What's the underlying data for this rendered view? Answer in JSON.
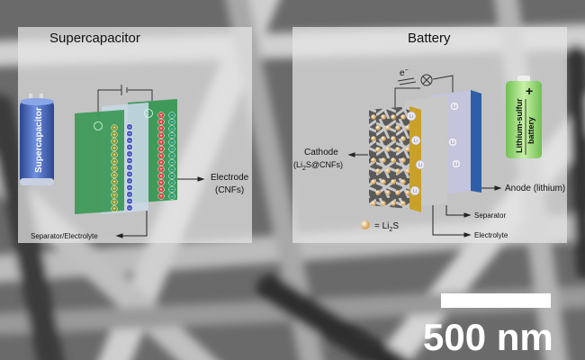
{
  "supercapacitor": {
    "title": "Supercapacitor",
    "device_label": "Supercapacitor",
    "electrode_label_1": "Electrode",
    "electrode_label_2": "(CNFs)",
    "separator_label": "Separator/Electrolyte",
    "plus_sign": "+",
    "minus_sign": "−"
  },
  "battery": {
    "title": "Battery",
    "electron_label": "e",
    "electron_sup": "−",
    "cathode_label": "Cathode",
    "cathode_sub_pre": "(Li",
    "cathode_sub_2": "2",
    "cathode_sub_post": "S@CNFs)",
    "anode_label": "Anode (lithium)",
    "separator_label": "Separator",
    "electrolyte_label": "Electrolyte",
    "legend_pre": "= Li",
    "legend_sub": "2",
    "legend_post": "S",
    "device_label_1": "Lithium-sulfur",
    "device_label_2": "battery",
    "device_plus": "+",
    "ion_label": "Li"
  },
  "scale_bar": {
    "label": "500 nm"
  },
  "colors": {
    "green_plate": "#3f9a5a",
    "anode_blue": "#2f5ea8",
    "cathode_gold": "#c9a028",
    "battery_green": "#8fd870",
    "cap_blue": "#3d5fb0"
  }
}
